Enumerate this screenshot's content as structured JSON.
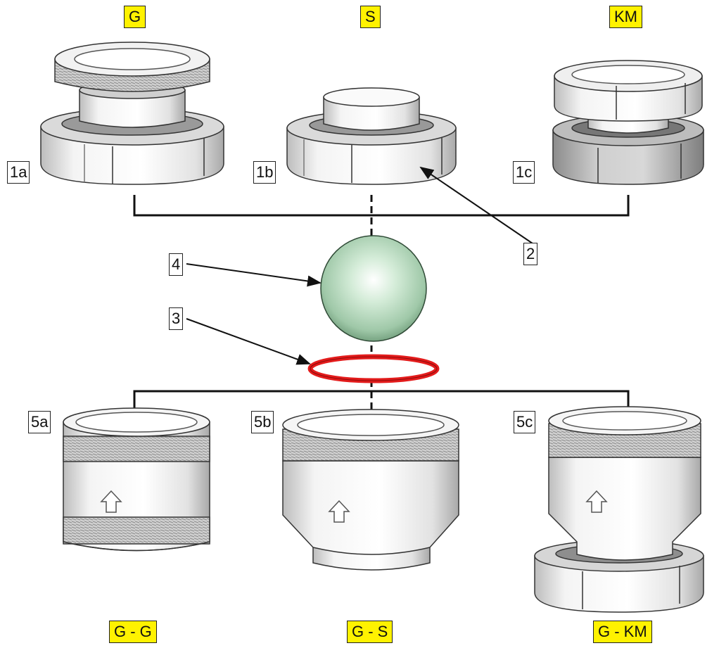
{
  "top_labels": {
    "g": "G",
    "s": "S",
    "km": "KM"
  },
  "bottom_labels": {
    "gg": "G - G",
    "gs": "G - S",
    "gkm": "G - KM"
  },
  "callouts": {
    "c1a": "1a",
    "c1b": "1b",
    "c1c": "1c",
    "c2": "2",
    "c3": "3",
    "c4": "4",
    "c5a": "5a",
    "c5b": "5b",
    "c5c": "5c"
  },
  "colors": {
    "label_highlight": "#fff200",
    "oring": "#e31b1b",
    "ball": "#b8dcc0",
    "part_metal": "#ededed",
    "outline": "#1a1a1a"
  }
}
